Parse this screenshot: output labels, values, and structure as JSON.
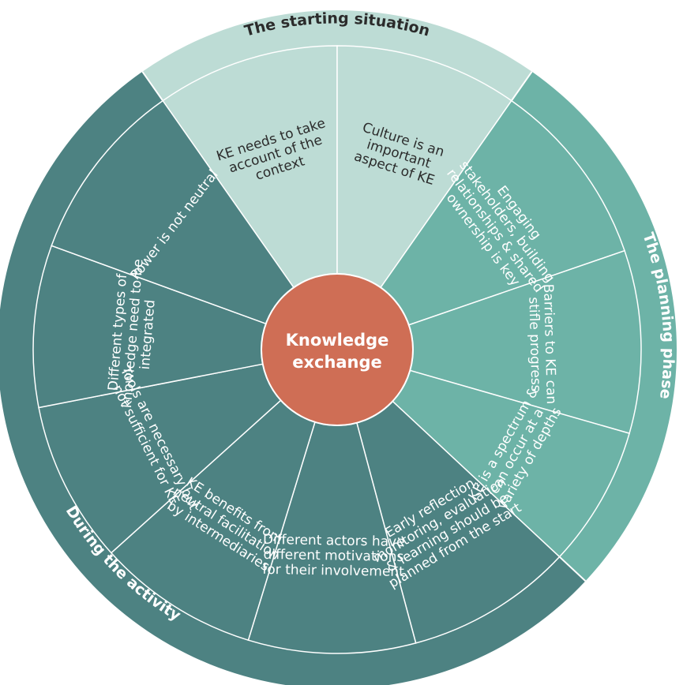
{
  "colors": {
    "starting": "#bddcd5",
    "planning": "#6db3a7",
    "during": "#4d8282",
    "center": "#cf6e55",
    "divider": "#ffffff",
    "dark_text": "#2b2b2b",
    "light_text": "#ffffff"
  },
  "center": {
    "line1": "Knowledge",
    "line2": "exchange"
  },
  "sections": {
    "starting": {
      "title": "The starting situation"
    },
    "planning": {
      "title": "The planning phase"
    },
    "during": {
      "title": "During the activity"
    }
  },
  "segments": [
    {
      "phase": "starting",
      "lines": [
        "KE needs to take",
        "account of the",
        "context"
      ]
    },
    {
      "phase": "starting",
      "lines": [
        "Culture is an",
        "important",
        "aspect of KE"
      ]
    },
    {
      "phase": "planning",
      "lines": [
        "Engaging",
        "stakeholders, building",
        "relationships & shared",
        "ownership is key"
      ]
    },
    {
      "phase": "planning",
      "lines": [
        "Barriers to KE can",
        "stifle progress"
      ]
    },
    {
      "phase": "planning",
      "lines": [
        "KE is a spectrum &",
        "can occur at a",
        "variety of depths"
      ]
    },
    {
      "phase": "during",
      "lines": [
        "Early reflection,",
        "monitoring, evaluation",
        "& learning should be",
        "planned from the start"
      ]
    },
    {
      "phase": "during",
      "lines": [
        "Different actors have",
        "different motivations",
        "for their involvement"
      ]
    },
    {
      "phase": "during",
      "lines": [
        "KE benefits from",
        "neutral facilitation",
        "by intermediaries"
      ]
    },
    {
      "phase": "during",
      "lines": [
        "Tools are necessary but",
        "not sufficient for KE"
      ]
    },
    {
      "phase": "during",
      "lines": [
        "Different types of",
        "knowledge need to be",
        "integrated"
      ]
    },
    {
      "phase": "during",
      "lines": [
        "Power is not neutral"
      ]
    }
  ]
}
